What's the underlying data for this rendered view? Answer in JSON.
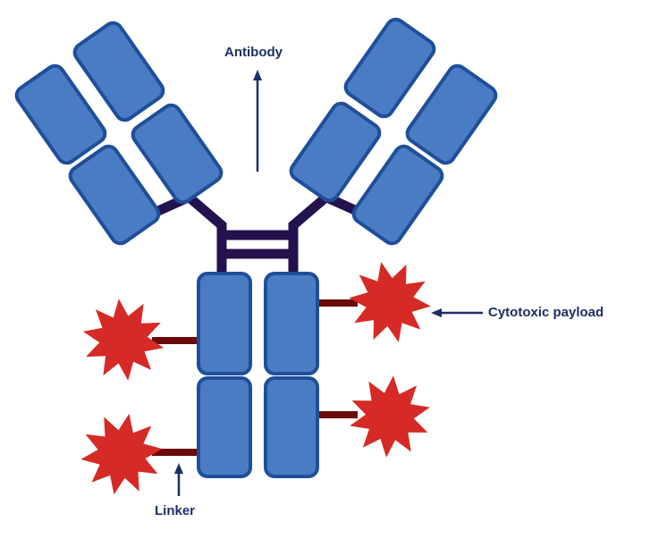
{
  "labels": {
    "antibody": "Antibody",
    "payload": "Cytotoxic payload",
    "linker": "Linker"
  },
  "colors": {
    "domain_fill": "#4a7cc4",
    "domain_stroke": "#1f4e9a",
    "hinge": "#24124f",
    "linker": "#6b0a0a",
    "payload": "#d62a26",
    "label": "#1c2f66"
  }
}
